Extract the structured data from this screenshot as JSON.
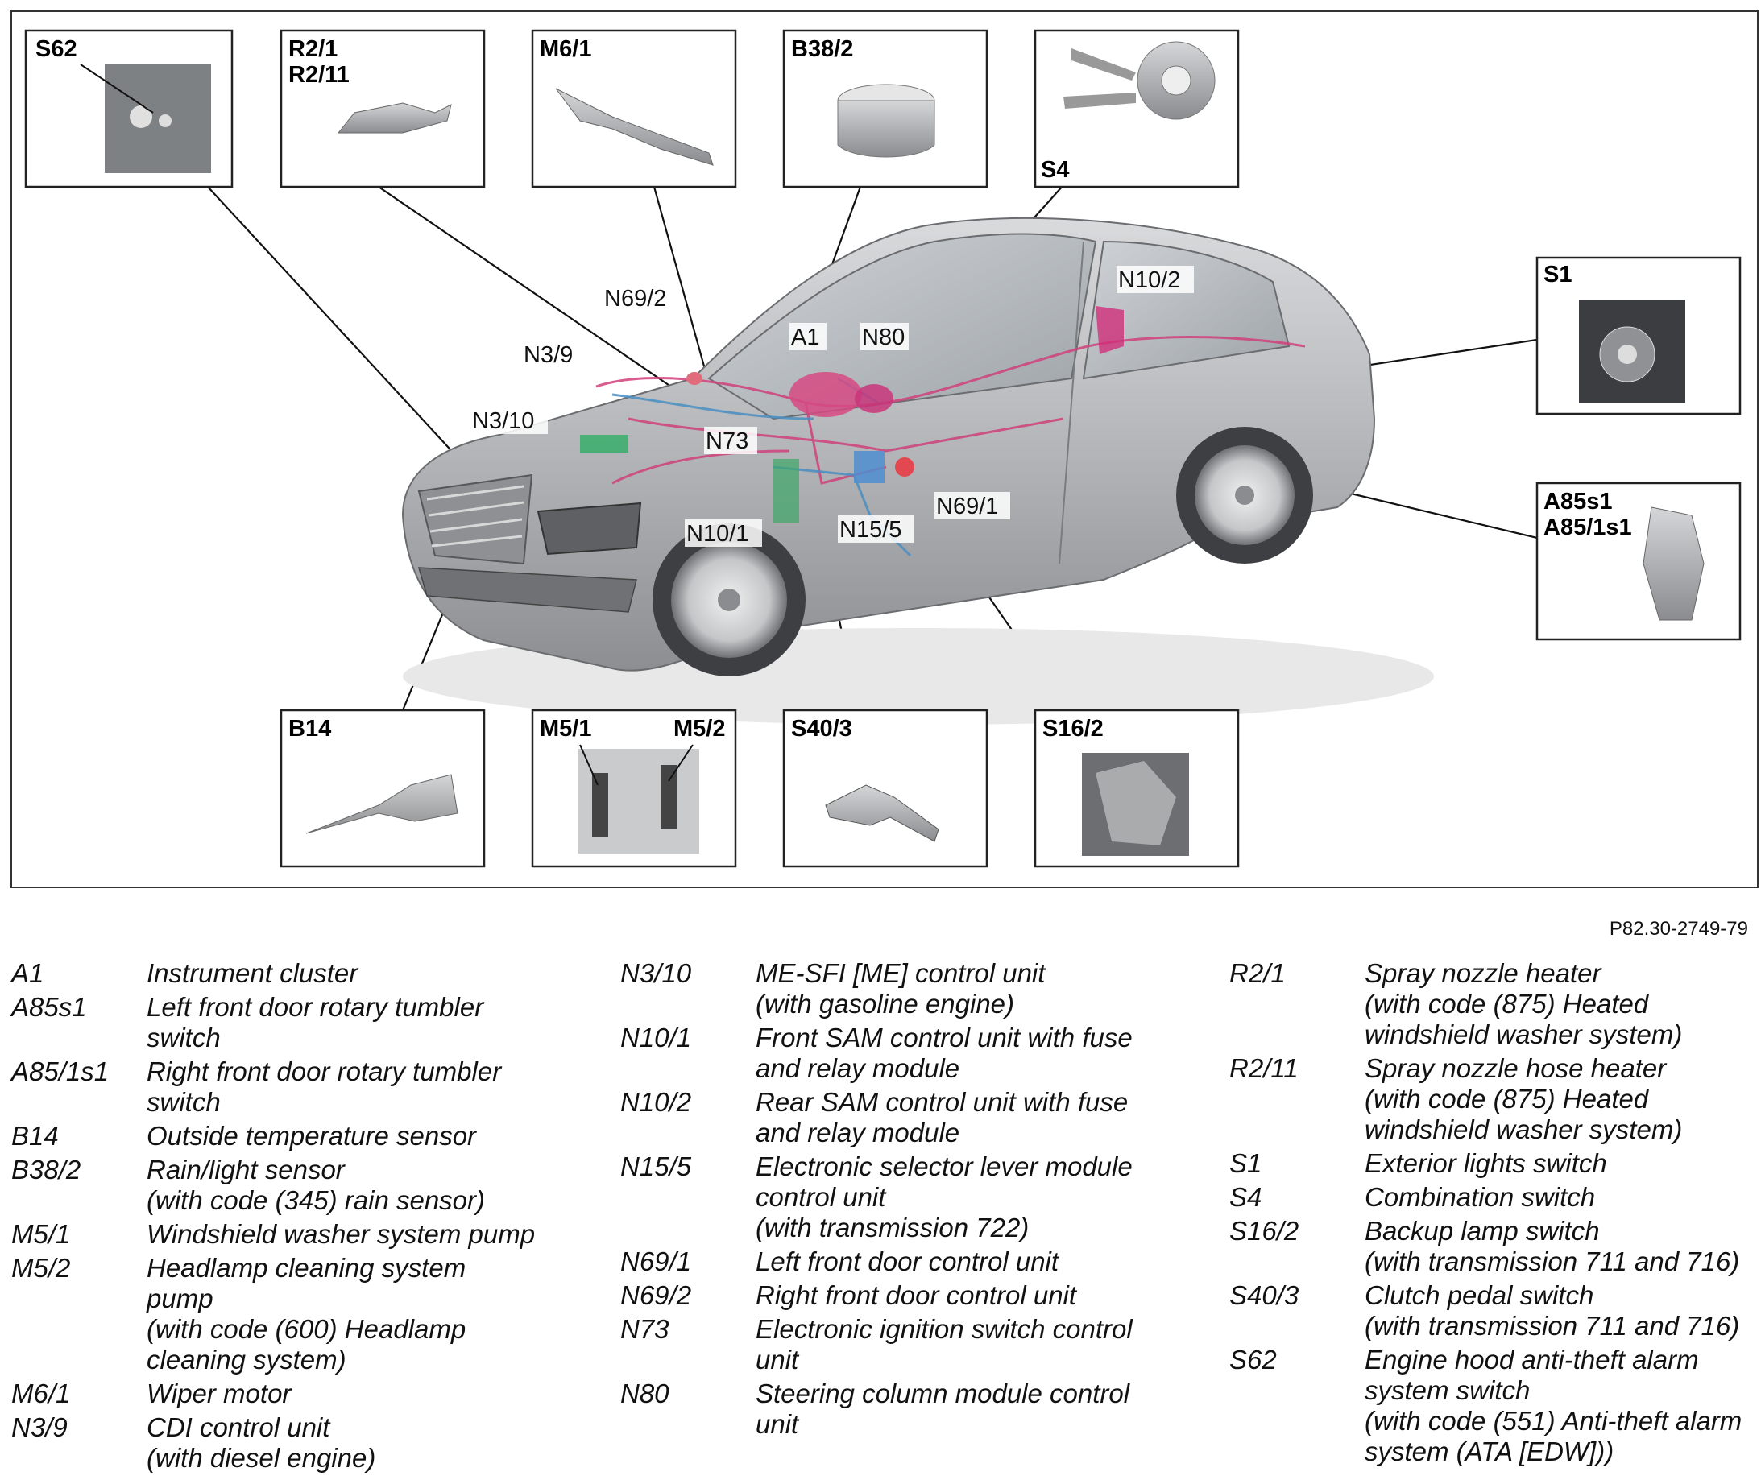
{
  "reference_code": "P82.30-2749-79",
  "detail_boxes": [
    {
      "label": "S62"
    },
    {
      "label": "R2/1\nR2/11"
    },
    {
      "label": "M6/1"
    },
    {
      "label": "B38/2"
    },
    {
      "label": "S4"
    },
    {
      "label": "S1"
    },
    {
      "label": "A85s1\nA85/1s1"
    },
    {
      "label": "B14"
    },
    {
      "label": "M5/1"
    },
    {
      "label": "M5/2"
    },
    {
      "label": "S40/3"
    },
    {
      "label": "S16/2"
    }
  ],
  "callouts": [
    "N69/2",
    "N3/9",
    "N3/10",
    "A1",
    "N80",
    "N73",
    "N10/2",
    "N10/1",
    "N15/5",
    "N69/1"
  ],
  "legend": {
    "col1": [
      {
        "code": "A1",
        "desc": "Instrument cluster"
      },
      {
        "code": "A85s1",
        "desc": "Left front door rotary tumbler\nswitch"
      },
      {
        "code": "A85/1s1",
        "desc": "Right front door rotary tumbler\nswitch"
      },
      {
        "code": "B14",
        "desc": "Outside temperature sensor"
      },
      {
        "code": "B38/2",
        "desc": "Rain/light sensor\n(with code (345) rain sensor)"
      },
      {
        "code": "M5/1",
        "desc": "Windshield washer system pump"
      },
      {
        "code": "M5/2",
        "desc": "Headlamp cleaning system\npump\n(with code (600) Headlamp\ncleaning system)"
      },
      {
        "code": "M6/1",
        "desc": "Wiper motor"
      },
      {
        "code": "N3/9",
        "desc": "CDI control unit\n(with diesel engine)"
      }
    ],
    "col2": [
      {
        "code": "N3/10",
        "desc": "ME-SFI [ME] control unit\n(with gasoline engine)"
      },
      {
        "code": "N10/1",
        "desc": "Front SAM control unit with fuse\nand relay module"
      },
      {
        "code": "N10/2",
        "desc": "Rear SAM control unit with fuse\nand relay module"
      },
      {
        "code": "N15/5",
        "desc": "Electronic selector lever module\ncontrol unit\n(with transmission 722)"
      },
      {
        "code": "N69/1",
        "desc": "Left front door control unit"
      },
      {
        "code": "N69/2",
        "desc": "Right front door control unit"
      },
      {
        "code": "N73",
        "desc": "Electronic ignition switch control\nunit"
      },
      {
        "code": "N80",
        "desc": "Steering column module control\nunit"
      }
    ],
    "col3": [
      {
        "code": "R2/1",
        "desc": "Spray nozzle heater\n(with code (875) Heated\nwindshield washer system)"
      },
      {
        "code": "R2/11",
        "desc": "Spray nozzle hose heater\n(with code (875) Heated\nwindshield washer system)"
      },
      {
        "code": "S1",
        "desc": "Exterior lights switch"
      },
      {
        "code": "S4",
        "desc": "Combination switch"
      },
      {
        "code": "S16/2",
        "desc": "Backup lamp switch\n (with transmission 711 and 716)"
      },
      {
        "code": "S40/3",
        "desc": "Clutch pedal switch\n (with transmission 711 and 716)"
      },
      {
        "code": "S62",
        "desc": "Engine hood anti-theft alarm\nsystem switch\n(with code (551) Anti-theft alarm\nsystem (ATA [EDW]))"
      }
    ]
  }
}
